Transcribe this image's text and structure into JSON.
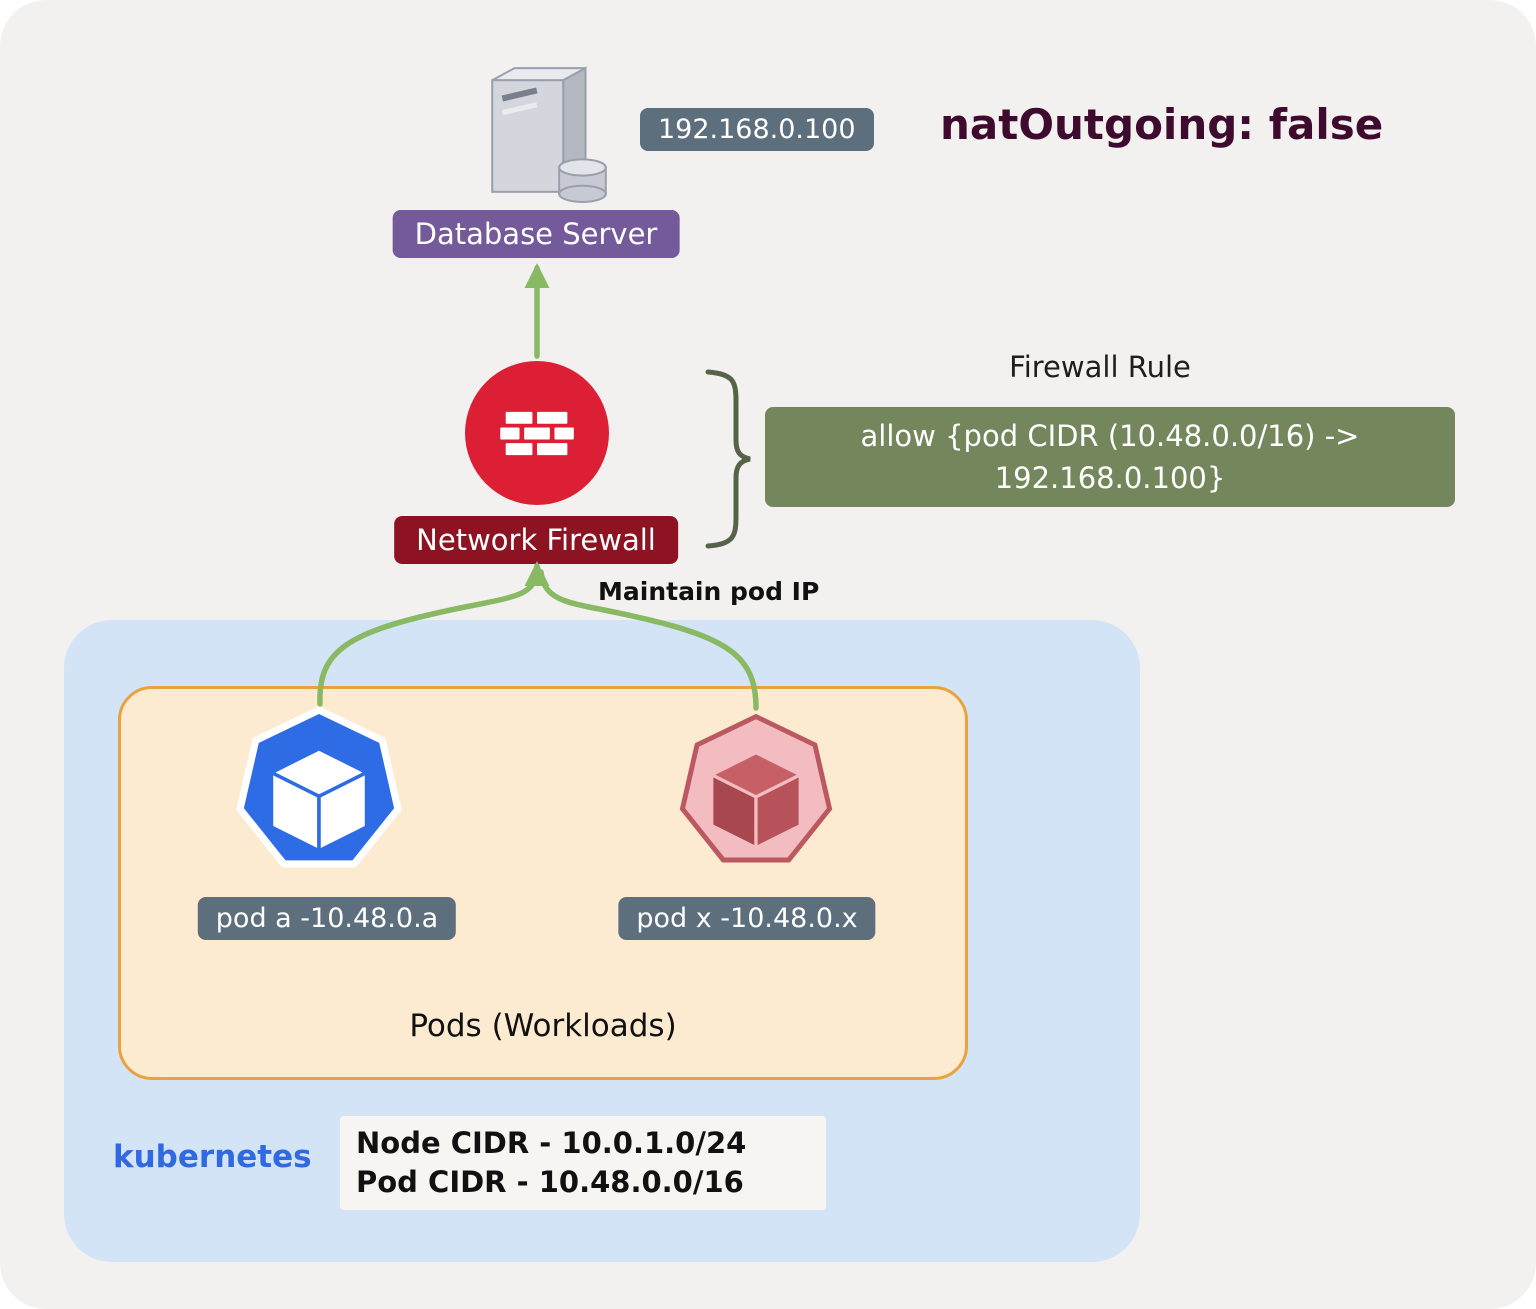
{
  "title": "natOutgoing: false",
  "colors": {
    "canvas-bg": "#f2f1f0",
    "badge-slate": "#5d6e7c",
    "badge-purple": "#745a9a",
    "badge-darkred": "#8e1322",
    "firewall-red": "#dc1f35",
    "arrow-green": "#8ab964",
    "rule-green": "#74875c",
    "brace-color": "#566349",
    "title-maroon": "#3e0a2e",
    "cluster-blue": "#d4e4f7",
    "pods-fill": "#fcebd1",
    "pods-border": "#e8a33d",
    "k8s-blue": "#3069e0",
    "pod-a-blue": "#2e6ce6",
    "pod-x-pink": "#f2bcc0",
    "pod-x-border": "#bb5860"
  },
  "database": {
    "ip_label": "192.168.0.100",
    "name_label": "Database Server"
  },
  "firewall": {
    "name_label": "Network Firewall",
    "rule_title": "Firewall Rule",
    "rule_line1": "allow {pod CIDR (10.48.0.0/16) ->",
    "rule_line2": "192.168.0.100}",
    "annotation": "Maintain pod IP"
  },
  "cluster": {
    "name": "kubernetes",
    "pods_box_label": "Pods (Workloads)",
    "pod_a_label": "pod a -10.48.0.a",
    "pod_x_label": "pod x -10.48.0.x",
    "cidr_line1": "Node CIDR - 10.0.1.0/24",
    "cidr_line2": "Pod CIDR - 10.48.0.0/16"
  },
  "icons": {
    "server": "database-server-icon",
    "firewall": "firewall-brick-icon",
    "pod_a": "kubernetes-pod-blue-icon",
    "pod_x": "kubernetes-pod-pink-icon"
  }
}
